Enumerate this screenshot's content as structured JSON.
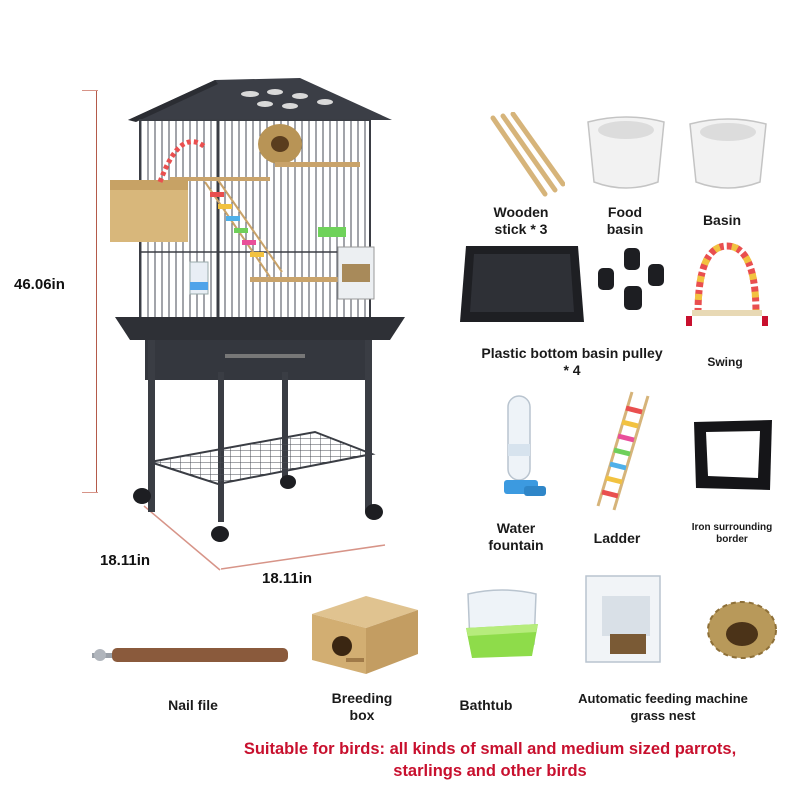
{
  "dimensions": {
    "height": "46.06in",
    "depth": "18.11in",
    "width": "18.11in"
  },
  "accessories": [
    {
      "id": "wooden-stick",
      "label_lines": [
        "Wooden",
        "stick * 3"
      ]
    },
    {
      "id": "food-basin",
      "label_lines": [
        "Food",
        "basin"
      ]
    },
    {
      "id": "basin",
      "label_lines": [
        "Basin"
      ]
    },
    {
      "id": "bottom-basin",
      "label_lines": [
        "Plastic bottom basin pulley",
        "* 4"
      ]
    },
    {
      "id": "swing",
      "label_lines": [
        "Swing"
      ]
    },
    {
      "id": "water-fountain",
      "label_lines": [
        "Water",
        "fountain"
      ]
    },
    {
      "id": "ladder",
      "label_lines": [
        "Ladder"
      ]
    },
    {
      "id": "iron-border",
      "label_lines": [
        "Iron surrounding",
        "border"
      ]
    },
    {
      "id": "nail-file",
      "label_lines": [
        "Nail file"
      ]
    },
    {
      "id": "breeding-box",
      "label_lines": [
        "Breeding",
        "box"
      ]
    },
    {
      "id": "bathtub",
      "label_lines": [
        "Bathtub"
      ]
    },
    {
      "id": "feeder-nest",
      "label_lines": [
        "Automatic feeding machine",
        "grass nest"
      ]
    }
  ],
  "footer": {
    "line1": "Suitable for birds: all kinds of small and medium sized parrots,",
    "line2": "starlings and other birds"
  },
  "colors": {
    "accent": "#c8102e",
    "dimension_line": "#b45a4a",
    "cage_metal": "#3a3d44"
  }
}
